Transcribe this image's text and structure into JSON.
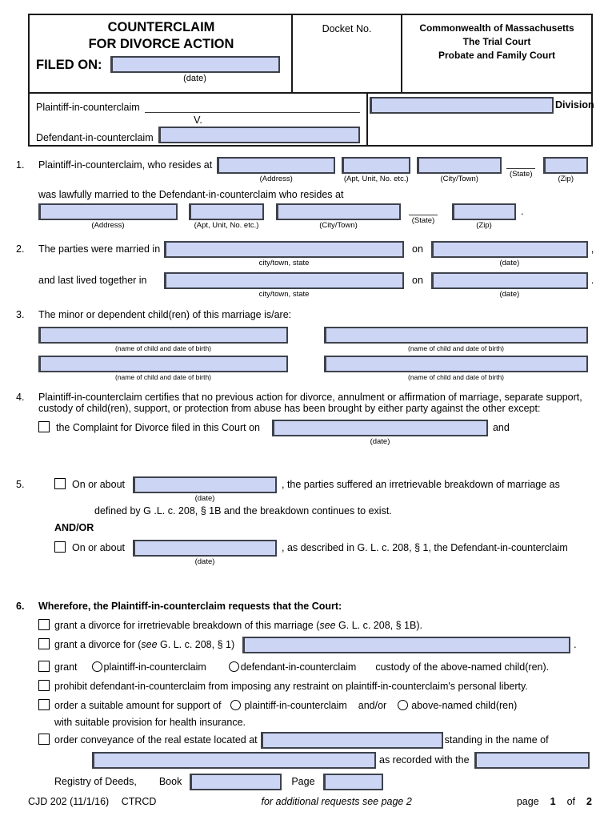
{
  "colors": {
    "field_fill": "#ccd5f4",
    "field_border": "#3e424b"
  },
  "header": {
    "title_line1": "COUNTERCLAIM",
    "title_line2": "FOR DIVORCE ACTION",
    "filed_on_label": "FILED ON:",
    "date_caption": "(date)",
    "docket_label": "Docket No.",
    "court_lines": [
      "Commonwealth of Massachusetts",
      "The Trial Court",
      "Probate and Family Court"
    ],
    "plaintiff_label": "Plaintiff-in-counterclaim",
    "versus": "V.",
    "defendant_label": "Defendant-in-counterclaim",
    "division_label": "Division"
  },
  "captions": {
    "address": "(Address)",
    "apt": "(Apt, Unit, No. etc.)",
    "city_town": "(City/Town)",
    "state": "(State)",
    "zip": "(Zip)",
    "date": "(date)",
    "city_town_state": "city/town, state",
    "child": "(name of child and date of birth)"
  },
  "s1": {
    "number": "1.",
    "line1_label": "Plaintiff-in-counterclaim, who resides at",
    "line2_label": "was lawfully married to the Defendant-in-counterclaim who resides at",
    "period": "."
  },
  "s2": {
    "number": "2.",
    "married_label": "The parties were married in",
    "on": "on",
    "comma": ",",
    "lived_label": "and last lived together in",
    "period": "."
  },
  "s3": {
    "number": "3.",
    "intro": "The minor or dependent child(ren) of this marriage is/are:"
  },
  "s4": {
    "number": "4.",
    "line1": "Plaintiff-in-counterclaim certifies that no previous action for divorce, annulment or affirmation of marriage, separate support,",
    "line2": "custody of child(ren), support, or protection from abuse has been brought by either party against the other except:",
    "checkbox_label": "the Complaint for Divorce filed in this Court on",
    "and_label": "and"
  },
  "s5": {
    "number": "5.",
    "on_or_about": "On or about",
    "breakdown_1b_text": ", the parties suffered an irretrievable breakdown of marriage as",
    "breakdown_1b_text2": "defined by G .L. c. 208, § 1B and the breakdown continues to exist.",
    "and_or": "AND/OR",
    "breakdown_1_text": ", as described in G. L. c. 208, § 1, the Defendant-in-counterclaim"
  },
  "s6": {
    "number": "6.",
    "heading": "Wherefore, the Plaintiff-in-counterclaim requests that the Court:",
    "item1_pre": "grant a divorce for irretrievable breakdown of this marriage (",
    "see": "see",
    "item1_post": " G. L. c. 208, § 1B).",
    "item2_pre": "grant a divorce for (",
    "item2_post": " G. L. c. 208, § 1)",
    "period": ".",
    "item3_grant": "grant",
    "plaintiff_option": "plaintiff-in-counterclaim",
    "defendant_option": "defendant-in-counterclaim",
    "item3_post": "custody of the above-named child(ren).",
    "item4": "prohibit defendant-in-counterclaim from imposing any restraint on plaintiff-in-counterclaim's personal liberty.",
    "item5_pre": "order a suitable amount for support of",
    "and_or": "and/or",
    "children_option": "above-named child(ren)",
    "item5_line2": "with suitable provision for health insurance.",
    "item6_pre": "order conveyance of the real estate located at",
    "item6_standing": "standing in the name of",
    "item6_recorded": "as recorded with the",
    "registry_label": "Registry of Deeds,",
    "book_label": "Book",
    "page_label": "Page"
  },
  "footer": {
    "form_code": "CJD 202 (11/1/16)",
    "form_abbr": "CTRCD",
    "center_note": "for additional requests see page 2",
    "page_label": "page",
    "page_number": "1",
    "of_label": "of",
    "page_total": "2"
  }
}
